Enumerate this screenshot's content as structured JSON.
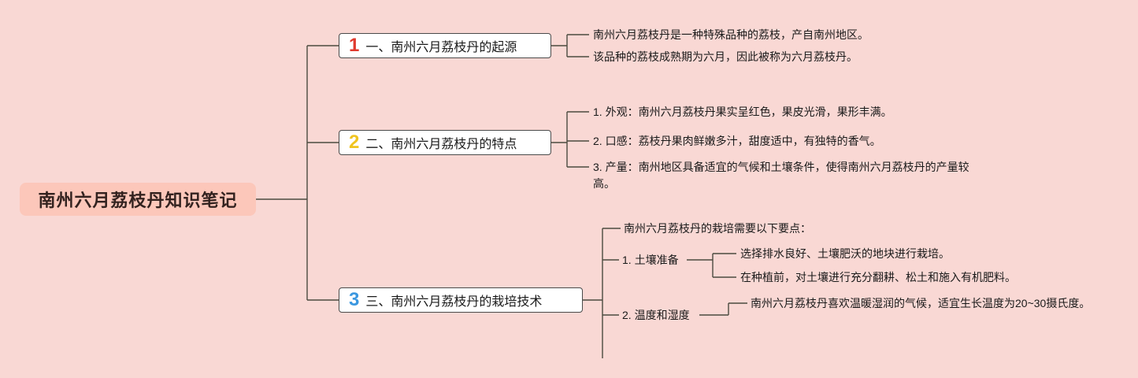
{
  "colors": {
    "background": "#f9d8d4",
    "root_bg": "#fcc7ba",
    "root_text": "#33221f",
    "line": "#4b4b3f",
    "node_border": "#4a4a4a",
    "node_bg": "#ffffff",
    "text": "#1a1a1a",
    "number_red": "#e03a2e",
    "number_yellow": "#f0c41f",
    "number_blue": "#3a97e0"
  },
  "root": {
    "label": "南州六月荔枝丹知识笔记"
  },
  "branches": [
    {
      "number": "1",
      "number_color": "#e03a2e",
      "label": "一、南州六月荔枝丹的起源",
      "leaves": [
        "南州六月荔枝丹是一种特殊品种的荔枝，产自南州地区。",
        "该品种的荔枝成熟期为六月，因此被称为六月荔枝丹。"
      ]
    },
    {
      "number": "2",
      "number_color": "#f0c41f",
      "label": "二、南州六月荔枝丹的特点",
      "leaves": [
        "1. 外观：南州六月荔枝丹果实呈红色，果皮光滑，果形丰满。",
        "2. 口感：荔枝丹果肉鲜嫩多汁，甜度适中，有独特的香气。",
        "3. 产量：南州地区具备适宜的气候和土壤条件，使得南州六月荔枝丹的产量较高。"
      ]
    },
    {
      "number": "3",
      "number_color": "#3a97e0",
      "label": "三、南州六月荔枝丹的栽培技术",
      "intro": "南州六月荔枝丹的栽培需要以下要点：",
      "subs": [
        {
          "label": "1. 土壤准备",
          "leaves": [
            "选择排水良好、土壤肥沃的地块进行栽培。",
            "在种植前，对土壤进行充分翻耕、松土和施入有机肥料。"
          ]
        },
        {
          "label": "2. 温度和湿度",
          "leaves": [
            "南州六月荔枝丹喜欢温暖湿润的气候，适宜生长温度为20~30摄氏度。"
          ]
        }
      ]
    }
  ]
}
